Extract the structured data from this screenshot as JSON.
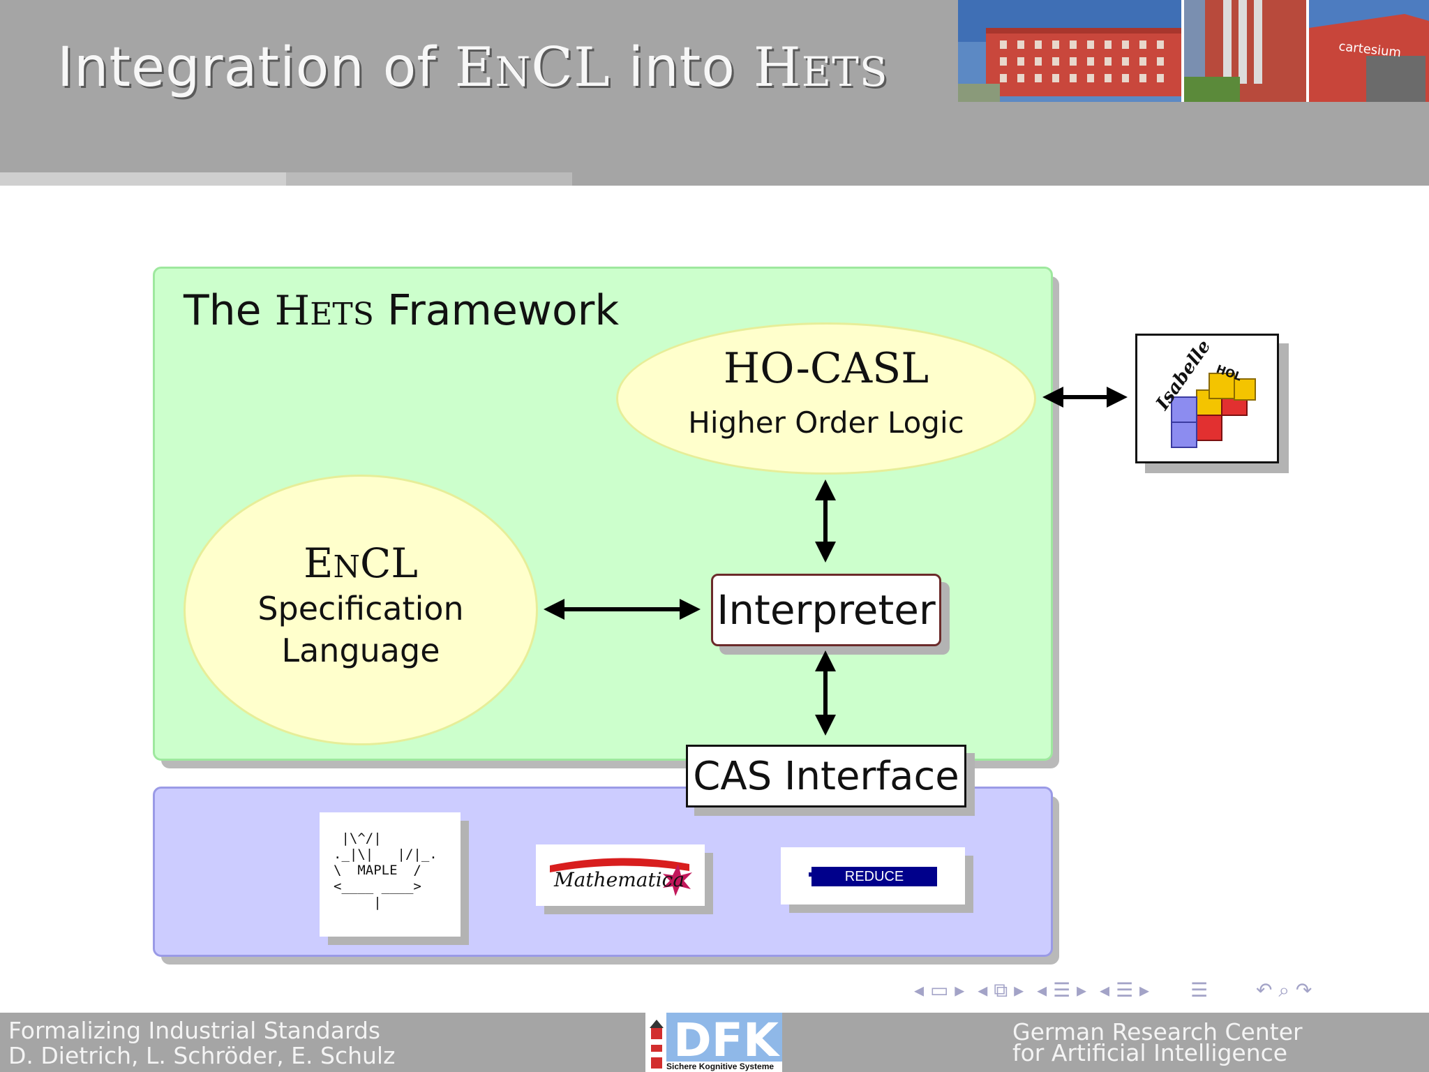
{
  "header": {
    "title_prefix": "Integration of ",
    "title_encl_cap1": "E",
    "title_encl_small": "N",
    "title_encl_cap2": "CL",
    "title_middle": " into ",
    "title_hets_cap": "H",
    "title_hets_small": "ETS"
  },
  "framework": {
    "title_prefix": "The ",
    "title_hets_cap": "H",
    "title_hets_small": "ETS",
    "title_suffix": " Framework"
  },
  "ho_casl": {
    "title": "HO-CASL",
    "subtitle": "Higher Order Logic"
  },
  "encl": {
    "title_cap1": "E",
    "title_small": "N",
    "title_cap2": "CL",
    "line1": "Specification",
    "line2": "Language"
  },
  "interpreter": {
    "label": "Interpreter"
  },
  "cas_interface": {
    "label": "CAS Interface"
  },
  "isabelle": {
    "name": "Isabelle",
    "suffix": "HOL"
  },
  "cas_logos": {
    "maple_art": " |\\^/|\n._|\\|   |/|_.\n\\  MAPLE  /\n<____ ____>\n     |",
    "mathematica": "Mathematica",
    "reduce": "REDUCE"
  },
  "footer": {
    "left_line1": "Formalizing Industrial Standards",
    "left_line2": "D. Dietrich, L. Schröder, E. Schulz",
    "right_line1": "German Research Center",
    "right_line2": "for Artificial Intelligence",
    "dfki_caption": "Sichere Kognitive Systeme"
  },
  "colors": {
    "framework_bg": "#ccffcc",
    "cas_bg": "#ccccff",
    "ellipse_bg": "#ffffcc",
    "header_bg": "#a5a5a5"
  }
}
